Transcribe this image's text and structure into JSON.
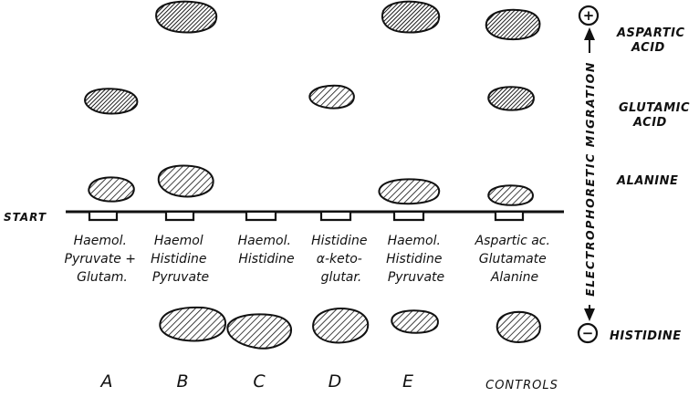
{
  "start_label": "START",
  "axis_label": "ELECTROPHORETIC MIGRATION",
  "pole_positive": "+",
  "pole_negative": "−",
  "substances": {
    "aspartic_line1": "ASPARTIC",
    "aspartic_line2": "ACID",
    "glutamic_line1": "GLUTAMIC",
    "glutamic_line2": "ACID",
    "alanine": "ALANINE",
    "histidine": "HISTIDINE"
  },
  "lanes": [
    {
      "letter": "A",
      "lines": [
        "Haemol.",
        "Pyruvate +",
        "Glutam."
      ]
    },
    {
      "letter": "B",
      "lines": [
        "Haemol",
        "Histidine",
        "Pyruvate"
      ]
    },
    {
      "letter": "C",
      "lines": [
        "Haemol.",
        "Histidine"
      ]
    },
    {
      "letter": "D",
      "lines": [
        "Histidine",
        "α-keto-",
        "glutar."
      ]
    },
    {
      "letter": "E",
      "lines": [
        "Haemol.",
        "Histidine",
        "Pyruvate"
      ]
    },
    {
      "letter": "CONTROLS",
      "lines": [
        "Aspartic ac.",
        "Glutamate",
        "Alanine"
      ]
    }
  ]
}
